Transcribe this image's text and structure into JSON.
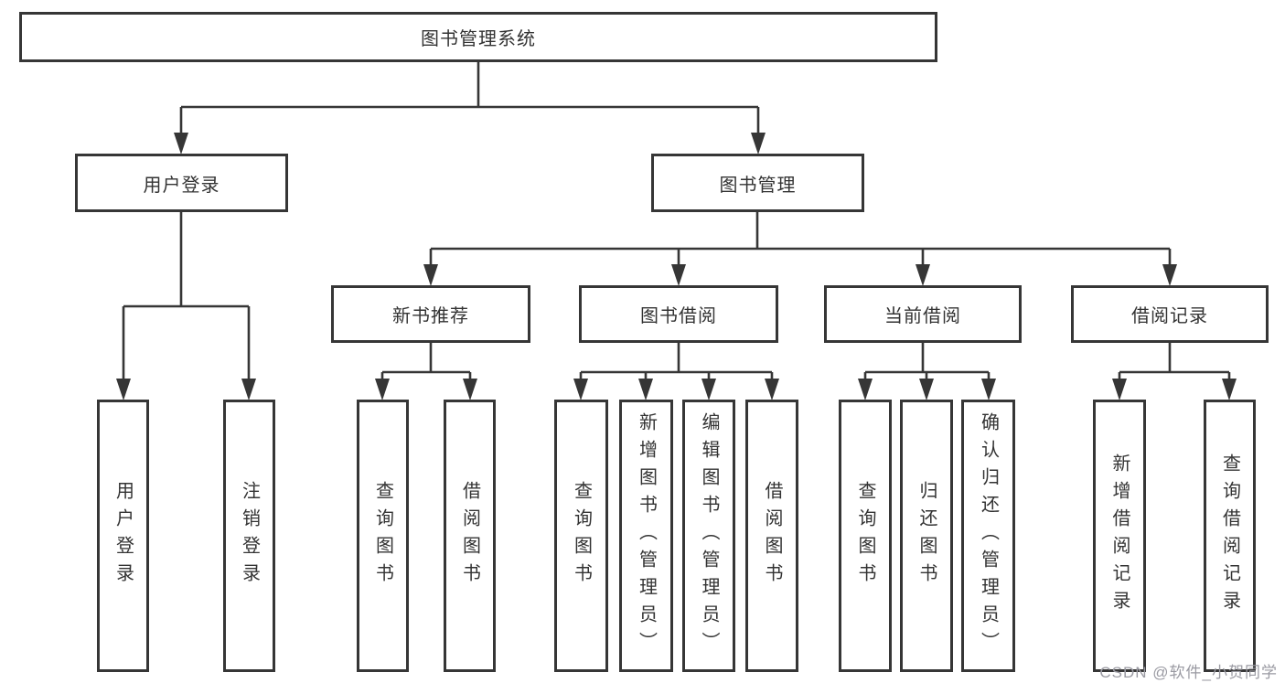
{
  "diagram": {
    "title": "图书管理系统",
    "level2": {
      "user_login": {
        "label": "用户登录"
      },
      "book_management": {
        "label": "图书管理"
      }
    },
    "level3": {
      "new_book_recommend": {
        "label": "新书推荐"
      },
      "book_borrow": {
        "label": "图书借阅"
      },
      "current_borrow": {
        "label": "当前借阅"
      },
      "borrow_records": {
        "label": "借阅记录"
      }
    },
    "leaves": {
      "login": {
        "label": "用户登录"
      },
      "logout": {
        "label": "注销登录"
      },
      "recommend_query_books": {
        "label": "查询图书"
      },
      "recommend_borrow_books": {
        "label": "借阅图书"
      },
      "borrow_query_books": {
        "label": "查询图书"
      },
      "borrow_add_books_admin": {
        "label": "新增图书（管理员）"
      },
      "borrow_edit_books_admin": {
        "label": "编辑图书（管理员）"
      },
      "borrow_borrow_books": {
        "label": "借阅图书"
      },
      "current_query_books": {
        "label": "查询图书"
      },
      "current_return_books": {
        "label": "归还图书"
      },
      "current_confirm_return_admin": {
        "label": "确认归还（管理员）"
      },
      "records_add_record": {
        "label": "新增借阅记录"
      },
      "records_query_record": {
        "label": "查询借阅记录"
      }
    }
  },
  "watermark": {
    "text": "CSDN @软件_小贺同学"
  },
  "colors": {
    "line": "#363636",
    "text": "#333333",
    "watermark": "#9a9aa2",
    "background": "#ffffff"
  }
}
